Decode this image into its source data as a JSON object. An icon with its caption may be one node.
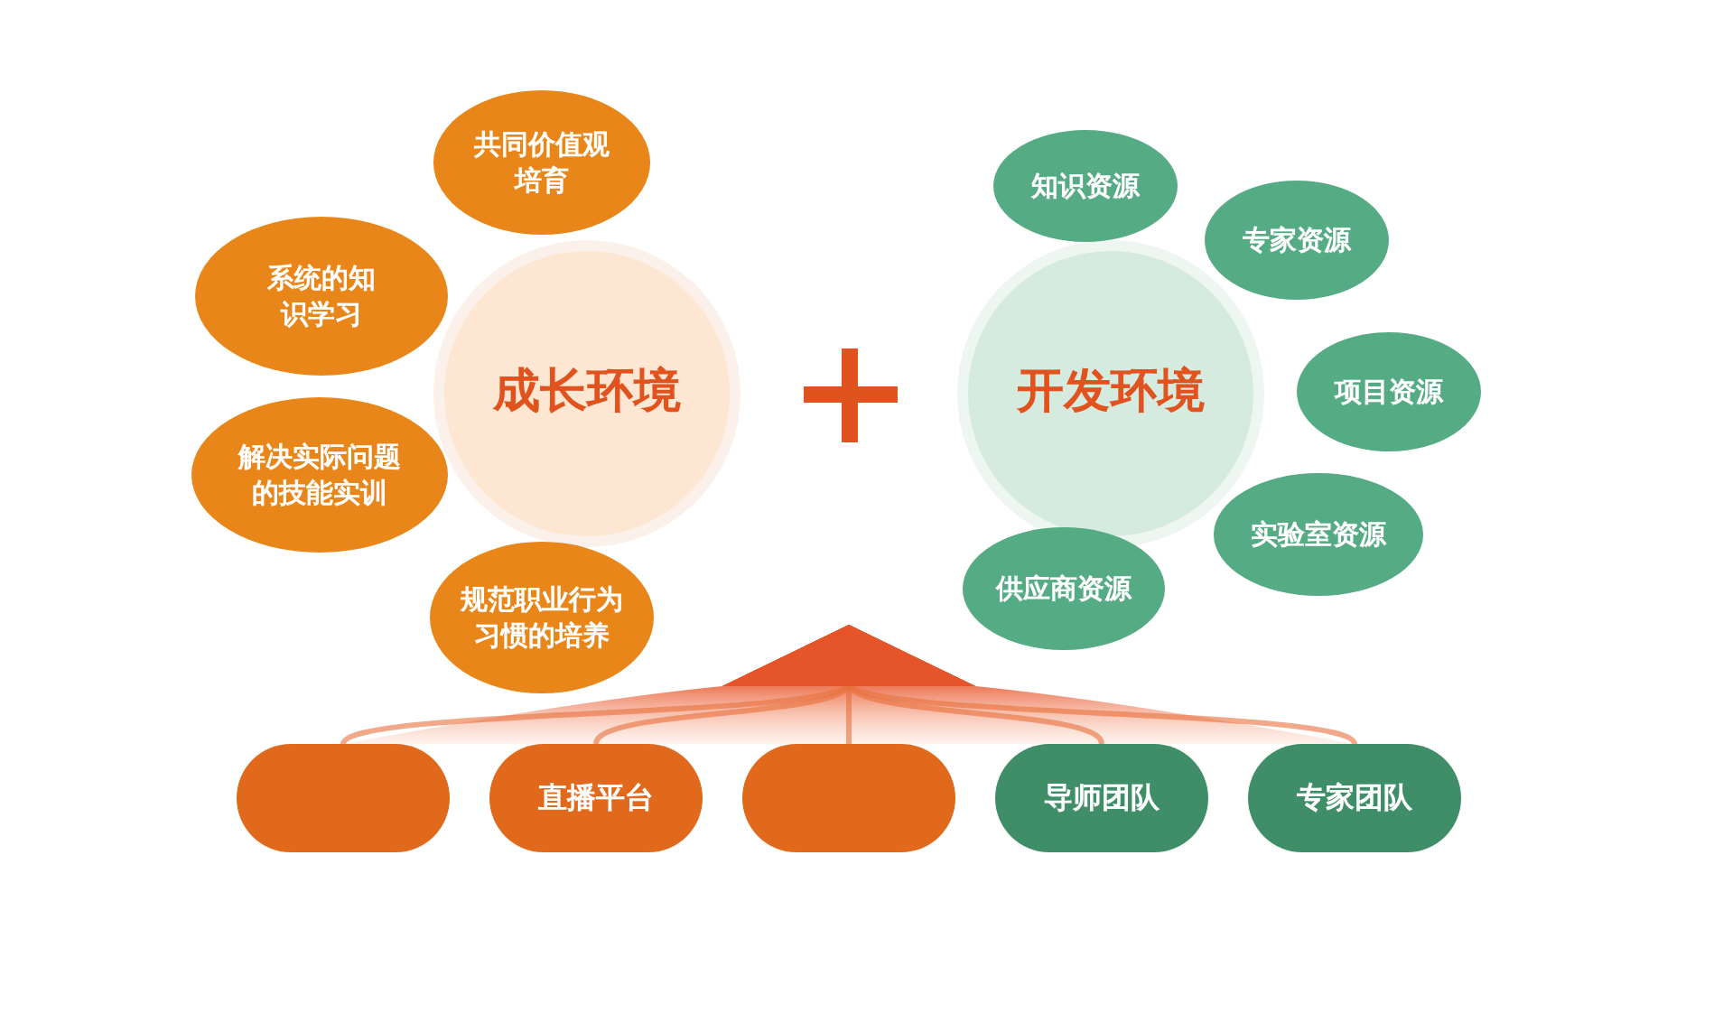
{
  "diagram": {
    "nodes": [
      {
        "text": [
          "成长环境"
        ]
      },
      {
        "text": [
          "共同价值观培育"
        ]
      },
      {
        "text": [
          "系统的知识学习"
        ]
      },
      {
        "text": [
          "解决实际问题的技能实训"
        ]
      },
      {
        "text": [
          "规范职业行为习惯的培养"
        ]
      },
      {
        "text": [
          "开发环境"
        ]
      },
      {
        "text": [
          "知识资源"
        ]
      },
      {
        "text": [
          "专家资源"
        ]
      },
      {
        "text": [
          "项目资源"
        ]
      },
      {
        "text": [
          "实验室资源"
        ]
      },
      {
        "text": [
          "供应商资源"
        ]
      },
      {
        "text": [],
        "shape": "box"
      },
      {
        "text": [
          "直播平台"
        ]
      },
      {
        "text": [],
        "shape": "box"
      },
      {
        "text": [
          "导师团队"
        ]
      },
      {
        "text": [
          "专家团队"
        ]
      }
    ],
    "edges": [
      {
        "from": 11,
        "to": null,
        "arrow": "to"
      },
      {
        "from": 12,
        "to": null,
        "arrow": "to"
      },
      {
        "from": 13,
        "to": null,
        "arrow": "to"
      },
      {
        "from": 14,
        "to": null,
        "arrow": "to"
      },
      {
        "from": 15,
        "to": null,
        "arrow": "to"
      }
    ]
  }
}
